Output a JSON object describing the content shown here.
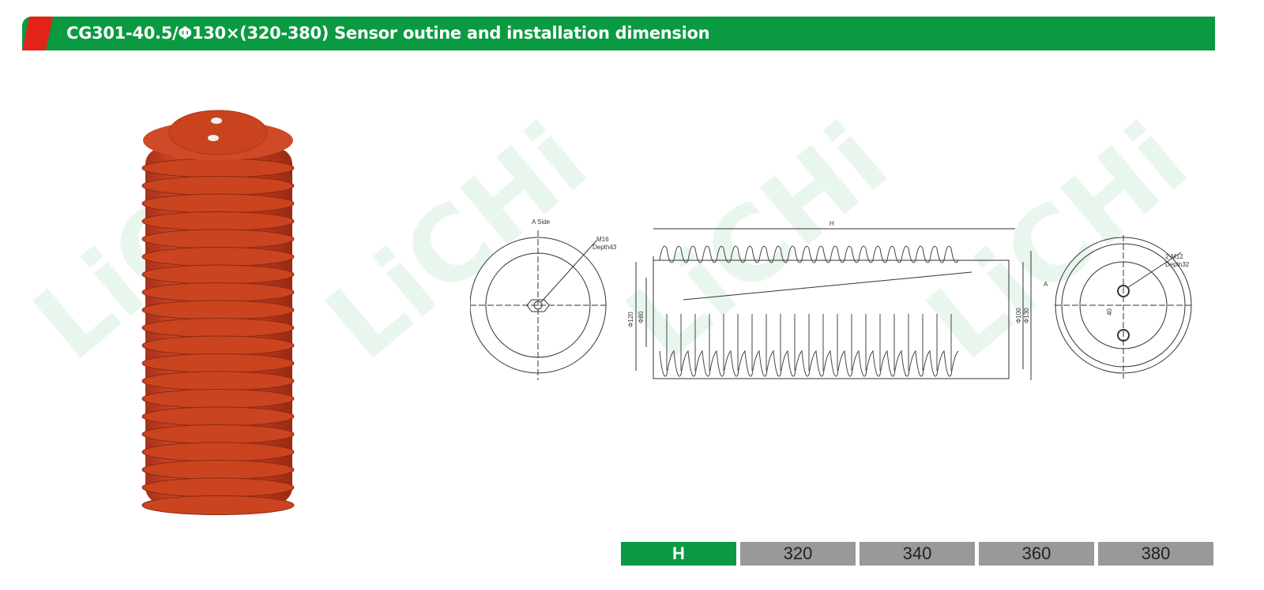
{
  "header": {
    "title": "CG301-40.5/Φ130×(320-380) Sensor outine and installation dimension"
  },
  "watermark": "LiCHi",
  "drawing": {
    "a_side_label": "A Side",
    "thread_label": "M16",
    "thread_depth": "Depth43",
    "length_label": "H",
    "dia_outer_left": "Φ120",
    "dia_inner_left": "Φ80",
    "dia_inner_right": "Φ100",
    "dia_outer_right": "Φ130",
    "view_marker": "A",
    "bolt_label": "2-M12",
    "bolt_depth": "Depth32",
    "hole_spacing": "40"
  },
  "table": {
    "header": "H",
    "values": [
      "320",
      "340",
      "360",
      "380"
    ]
  },
  "colors": {
    "brand_green": "#0a9a41",
    "brand_red": "#e2231a",
    "product": "#c8401f"
  }
}
